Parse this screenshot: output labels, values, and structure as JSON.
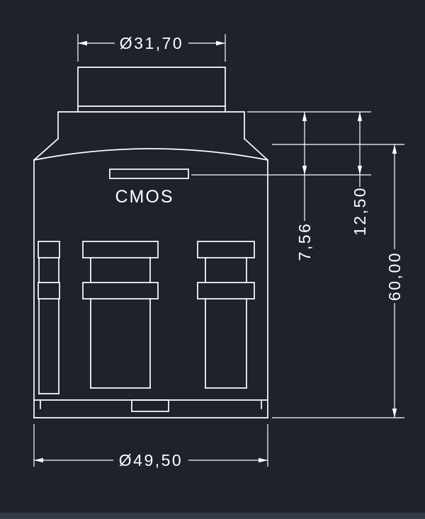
{
  "app": {
    "background": "#1e222b",
    "bottom_strip_color": "#343b46"
  },
  "drawing": {
    "line_color": "#ffffff",
    "text_color": "#ffffff",
    "part_label": "CMOS",
    "dimensions": {
      "top_diameter": "Ø31,70",
      "bottom_diameter": "Ø49,50",
      "sensor_offset": "7,56",
      "flange_to_sensor": "12,50",
      "body_length": "60,00"
    }
  }
}
